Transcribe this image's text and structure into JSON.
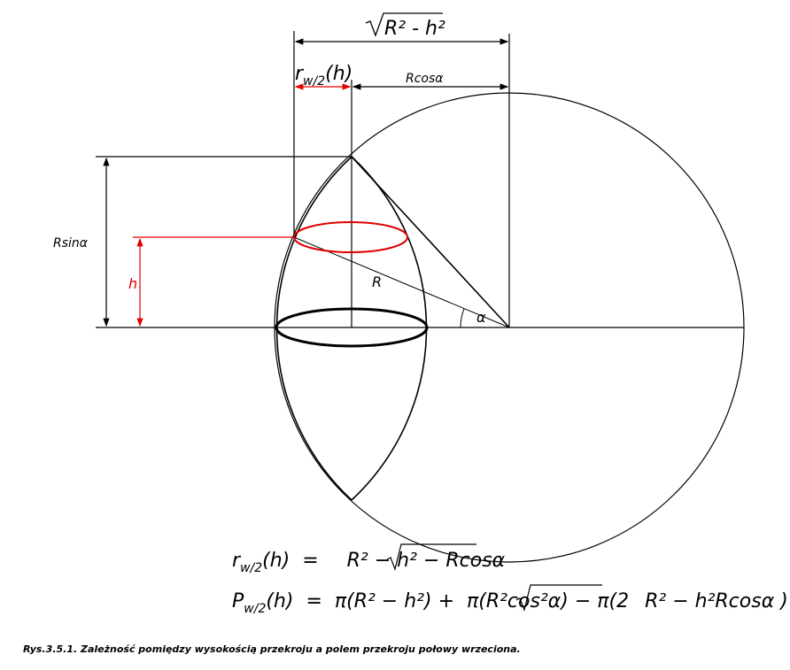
{
  "labels": {
    "sqrt_top": "R² - h²",
    "r_w2": "r",
    "r_w2_sub": "w/2",
    "r_w2_arg": "(h)",
    "rcos": "Rcosα",
    "rsin": "Rsinα",
    "h": "h",
    "R": "R",
    "alpha": "α"
  },
  "formulas": {
    "line1_lhs": "r",
    "line1_sub": "w/2",
    "line1_arg": "(h)  =  ",
    "line1_rad": "R² − h²",
    "line1_tail": " − Rcosα",
    "line2_lhs": "P",
    "line2_sub": "w/2",
    "line2_arg": "(h)  =  π(R² − h²) +  π(R²cos²α) − π(2",
    "line2_rad": "R² − h²",
    "line2_tail": "Rcosα )"
  },
  "caption": "Rys.3.5.1. Zależność pomiędzy wysokością przekroju a polem przekroju połowy wrzeciona.",
  "colors": {
    "highlight": "#e00000",
    "line": "#000000"
  }
}
